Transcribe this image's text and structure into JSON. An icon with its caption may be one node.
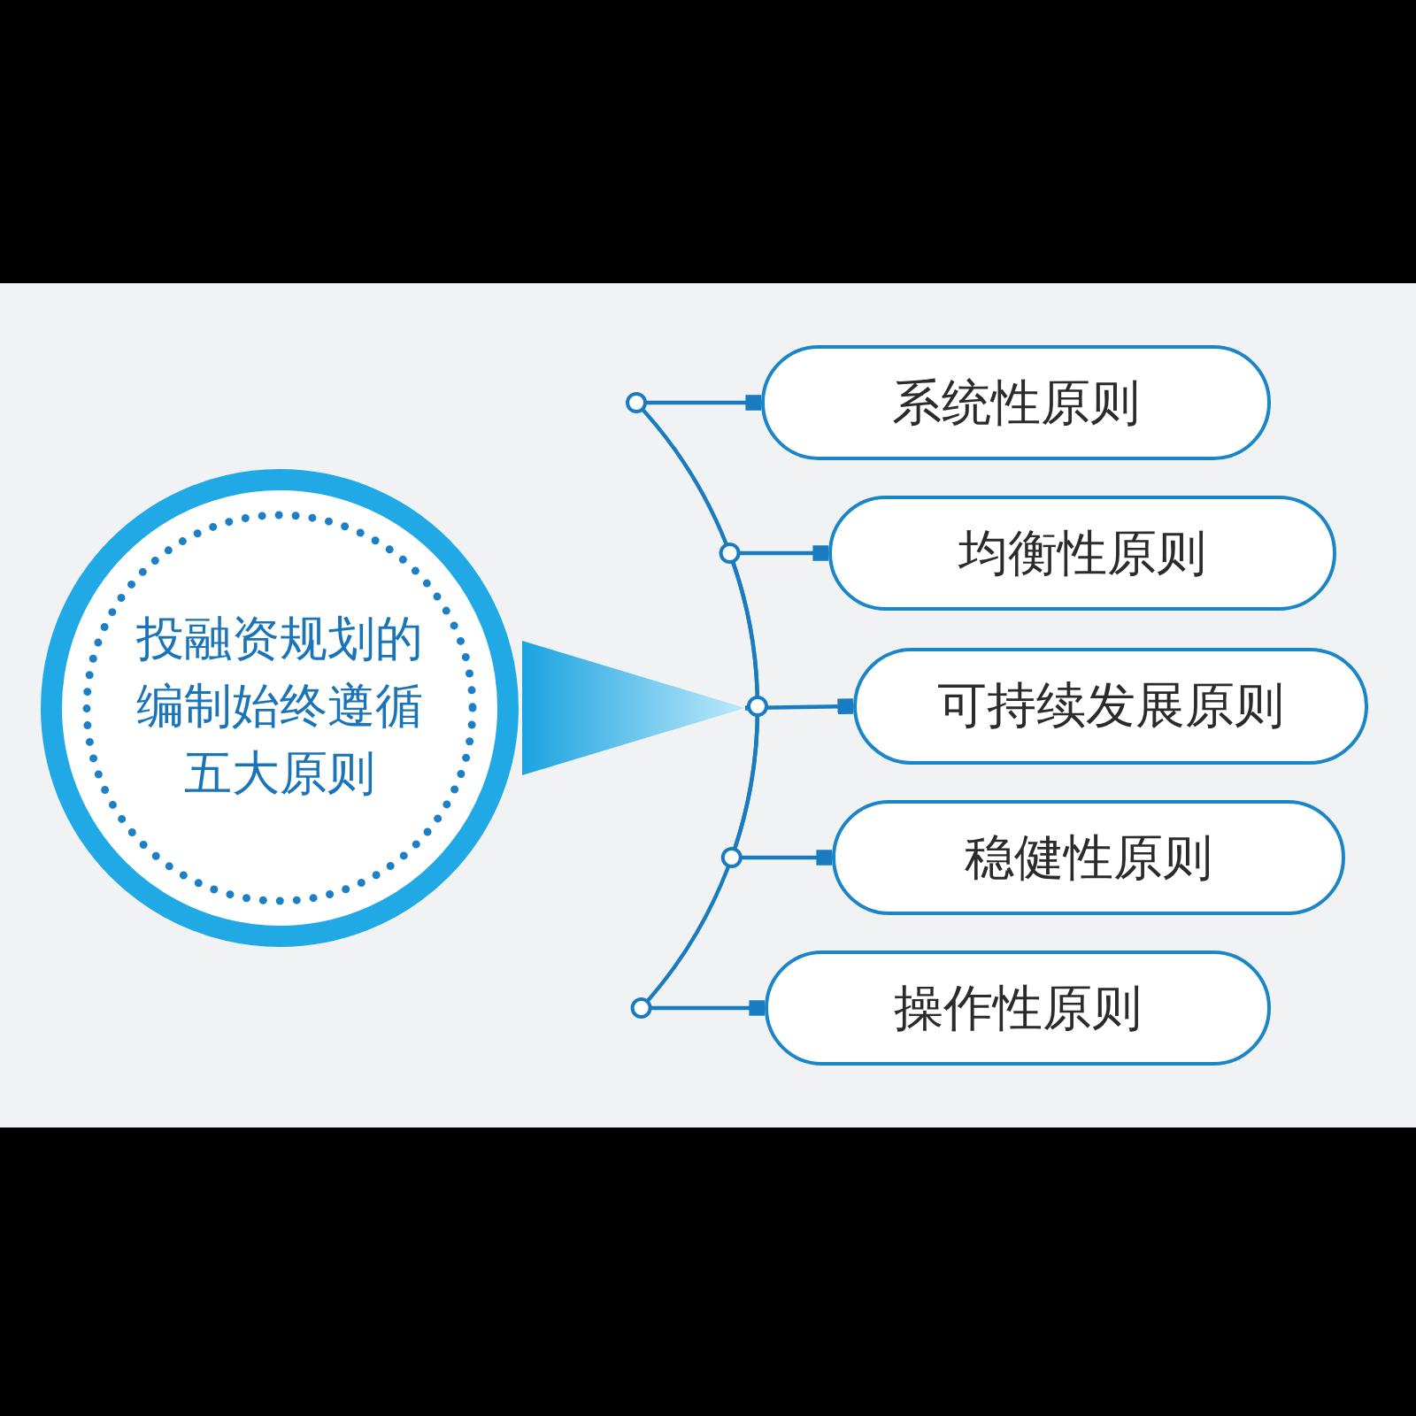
{
  "diagram": {
    "nodes": [
      {
        "text": [
          "投融资规划的编制始终遵循五大原则"
        ]
      },
      {
        "text": [],
        "shape": "triangle"
      },
      {
        "text": [
          "系统性原则"
        ]
      },
      {
        "text": [
          "均衡性原则"
        ]
      },
      {
        "text": [
          "可持续发展原则"
        ]
      },
      {
        "text": [
          "稳健性原则"
        ]
      },
      {
        "text": [
          "操作性原则"
        ]
      }
    ],
    "edges": [
      {
        "from": 1,
        "to": 2,
        "arrow": "other"
      },
      {
        "from": 1,
        "to": 3,
        "arrow": "other"
      },
      {
        "from": 1,
        "to": 4,
        "arrow": "other"
      },
      {
        "from": 1,
        "to": 5,
        "arrow": "other"
      },
      {
        "from": 1,
        "to": 6,
        "arrow": "other"
      }
    ]
  }
}
